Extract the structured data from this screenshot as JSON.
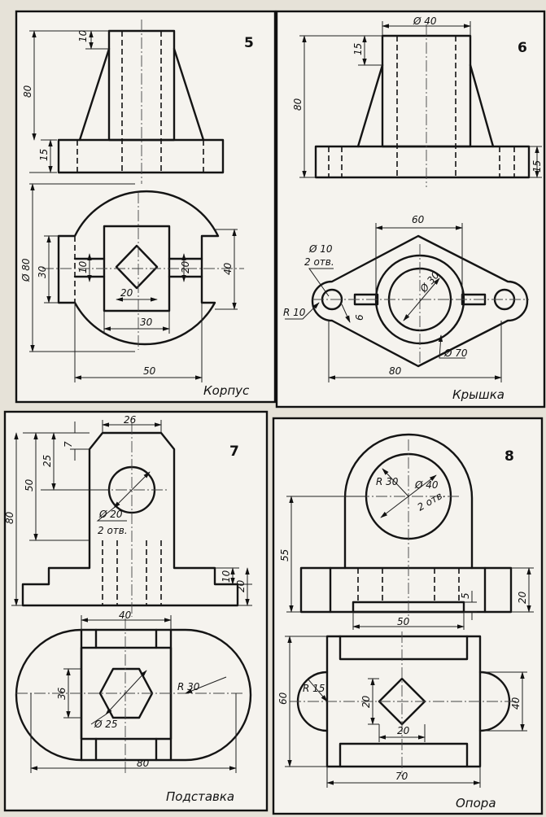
{
  "panels": [
    {
      "number": "5",
      "title": "Корпус",
      "dims": [
        "10",
        "80",
        "15",
        "Ø 80",
        "30",
        "10",
        "20",
        "20",
        "40",
        "30",
        "50"
      ]
    },
    {
      "number": "6",
      "title": "Крышка",
      "dims": [
        "Ø 40",
        "15",
        "80",
        "15",
        "60",
        "Ø 10",
        "2 отв.",
        "Ø 30",
        "6",
        "R 10",
        "Ø 70",
        "80"
      ]
    },
    {
      "number": "7",
      "title": "Подставка",
      "dims": [
        "26",
        "7",
        "25",
        "50",
        "80",
        "Ø 20",
        "2 отв.",
        "10",
        "20",
        "40",
        "36",
        "R 30",
        "Ø 25",
        "80"
      ]
    },
    {
      "number": "8",
      "title": "Опора",
      "dims": [
        "R 30",
        "Ø 40",
        "2 отв.",
        "55",
        "5",
        "20",
        "50",
        "60",
        "R 15",
        "20",
        "40",
        "20",
        "70"
      ]
    }
  ]
}
